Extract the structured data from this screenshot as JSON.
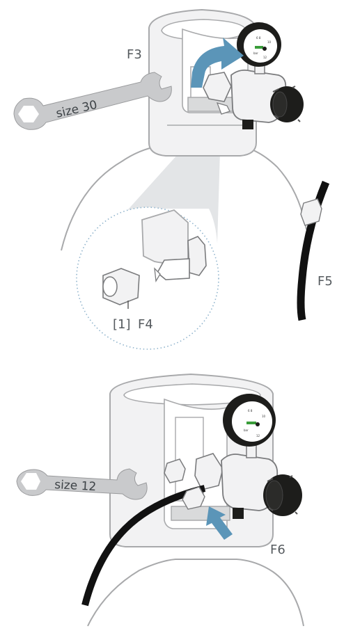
{
  "labels": {
    "step_f3": "F3",
    "step_f4": "F4",
    "step_f5": "F5",
    "step_f6": "F6",
    "part_1": "[1]"
  },
  "tools": {
    "wrench_top": "size 30",
    "wrench_bottom": "size 12"
  },
  "colors": {
    "outline": "#a8a9ab",
    "body_fill": "#f2f2f3",
    "dark": "#1d1d1b",
    "arrow": "#5b95b8",
    "zoom_cone": "#e3e5e7",
    "zoom_border": "#8fb3cc",
    "wrench": "#c9caCC",
    "hose": "#111111"
  },
  "icons": {
    "rotation_arrow": "curved-arrow-icon",
    "push_arrow": "straight-arrow-icon",
    "gauge": "pressure-gauge-icon",
    "knob": "regulator-knob-icon"
  }
}
